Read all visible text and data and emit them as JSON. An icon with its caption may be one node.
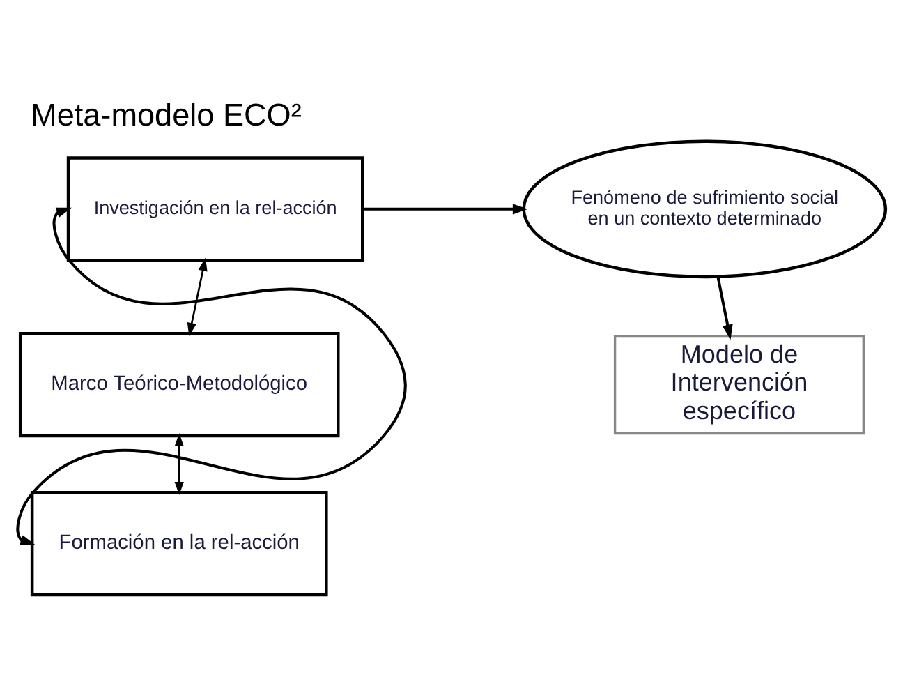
{
  "diagram": {
    "title": "Meta-modelo ECO²",
    "nodes": [
      {
        "text": [
          "Investigación en la rel-acción"
        ]
      },
      {
        "text": [
          "Marco Teórico-Metodológico"
        ]
      },
      {
        "text": [
          "Formación en la rel-acción"
        ]
      },
      {
        "text": [
          "Fenómeno de sufrimiento social en un contexto determinado"
        ]
      },
      {
        "text": [
          "Modelo de Intervención específico"
        ]
      }
    ],
    "edges": [
      {
        "from": 0,
        "to": 3,
        "arrow": "to"
      },
      {
        "from": 0,
        "to": 1,
        "arrow": "both"
      },
      {
        "from": 1,
        "to": 2,
        "arrow": "both"
      },
      {
        "from": 2,
        "to": 0,
        "arrow": "both"
      },
      {
        "from": 3,
        "to": 4,
        "arrow": "to"
      }
    ]
  }
}
